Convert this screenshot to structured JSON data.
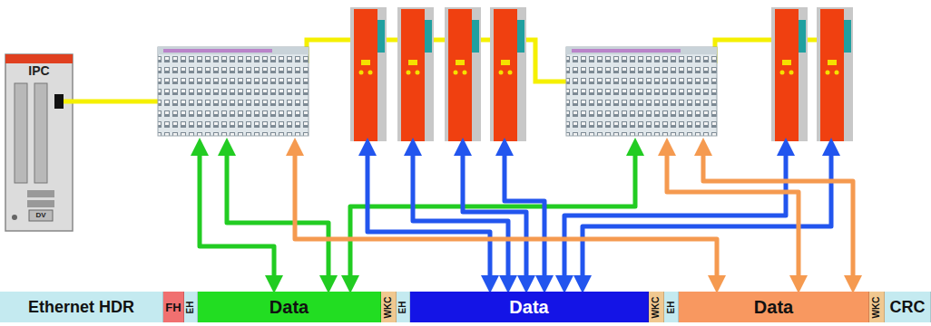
{
  "diagram": {
    "nodes": [
      {
        "text": [
          "IPC"
        ]
      },
      {
        "text": [
          "Ethernet HDR"
        ]
      },
      {
        "text": [
          "FH"
        ]
      },
      {
        "text": [
          "EH"
        ]
      },
      {
        "text": [
          "Data"
        ]
      },
      {
        "text": [
          "WKC"
        ]
      },
      {
        "text": [
          "EH"
        ]
      },
      {
        "text": [
          "Data"
        ]
      },
      {
        "text": [
          "WKC"
        ]
      },
      {
        "text": [
          "EH"
        ]
      },
      {
        "text": [
          "Data"
        ]
      },
      {
        "text": [
          "WKC"
        ]
      },
      {
        "text": [
          "CRC"
        ]
      }
    ],
    "labels": [
      "DV"
    ]
  }
}
